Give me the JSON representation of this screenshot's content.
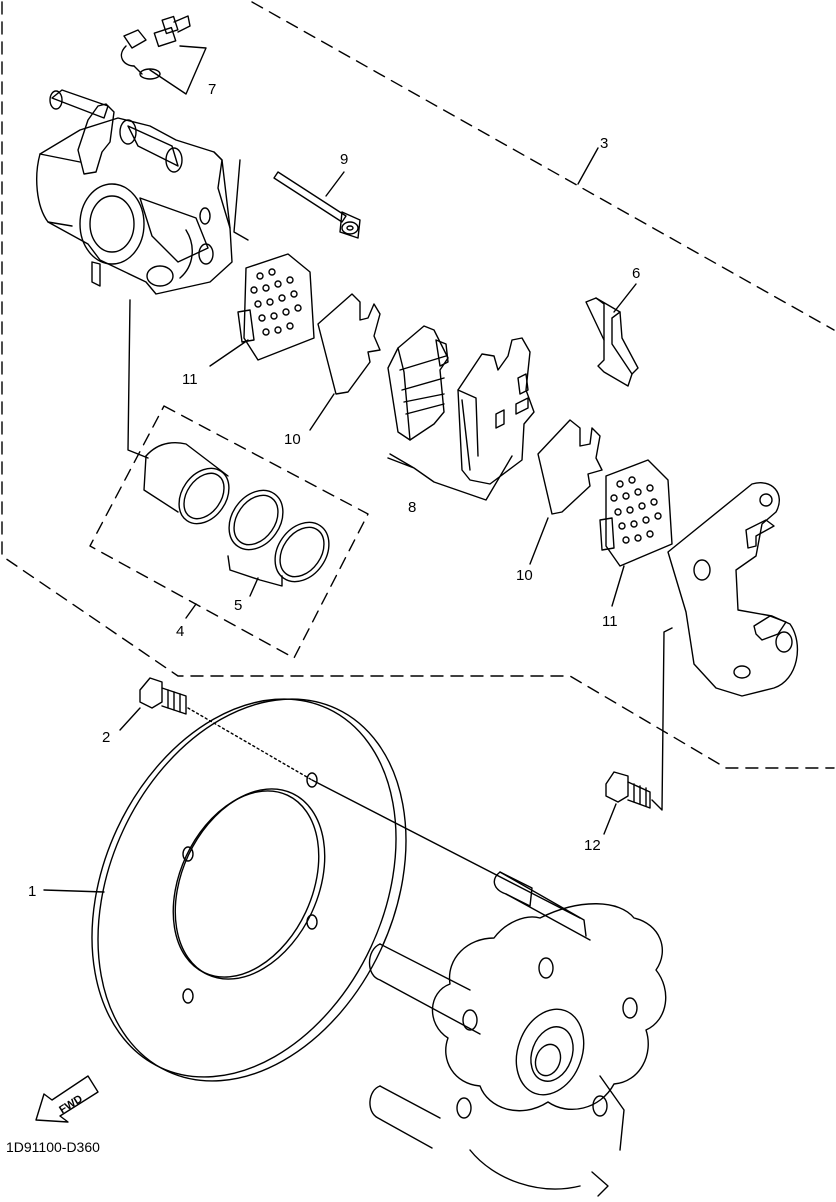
{
  "diagram_code": "1D91100-D360",
  "fwd_label": "FWD",
  "callouts": {
    "c1": "1",
    "c2": "2",
    "c3": "3",
    "c4": "4",
    "c5": "5",
    "c7": "7",
    "c6": "6",
    "c8": "8",
    "c9": "9",
    "c10a": "10",
    "c10b": "10",
    "c11a": "11",
    "c11b": "11",
    "c12": "12"
  }
}
